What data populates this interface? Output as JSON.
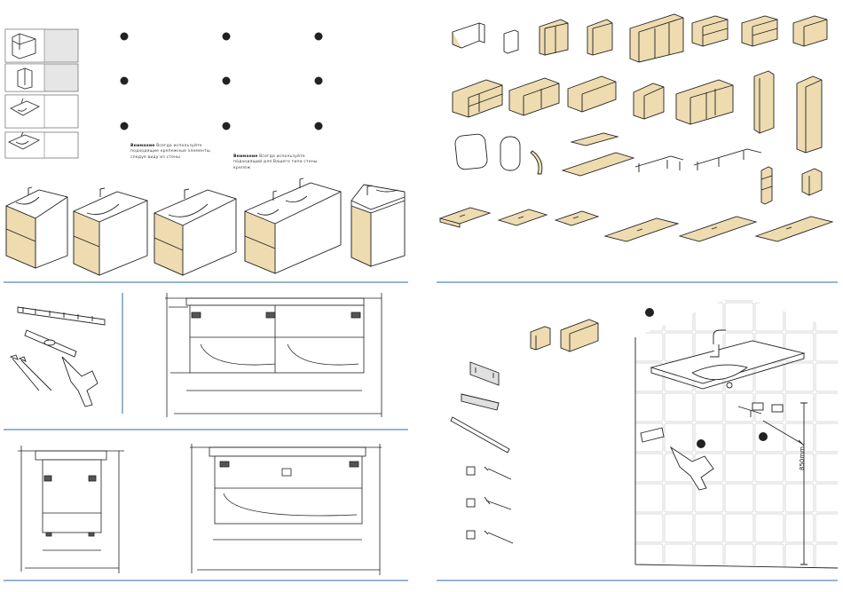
{
  "warnings": {
    "left": {
      "label": "Внимание",
      "text": "Всегда используйте подходящие крепежные элементы, следуя виду из стены"
    },
    "right": {
      "label": "Внимание",
      "text": "Всегда используйте подходящий для Вашего типа стены крепеж"
    }
  },
  "height_label": "850mm",
  "colors": {
    "wood": "#eedbb0",
    "line": "#222222",
    "divider": "#2f6aa8",
    "grey_panel": "#e4e4e4"
  },
  "icons": [
    "step-bullet-icon",
    "cabinet-icon",
    "screw-icon",
    "dowel-icon",
    "drill-icon",
    "screwdriver-icon",
    "spirit-level-icon"
  ]
}
